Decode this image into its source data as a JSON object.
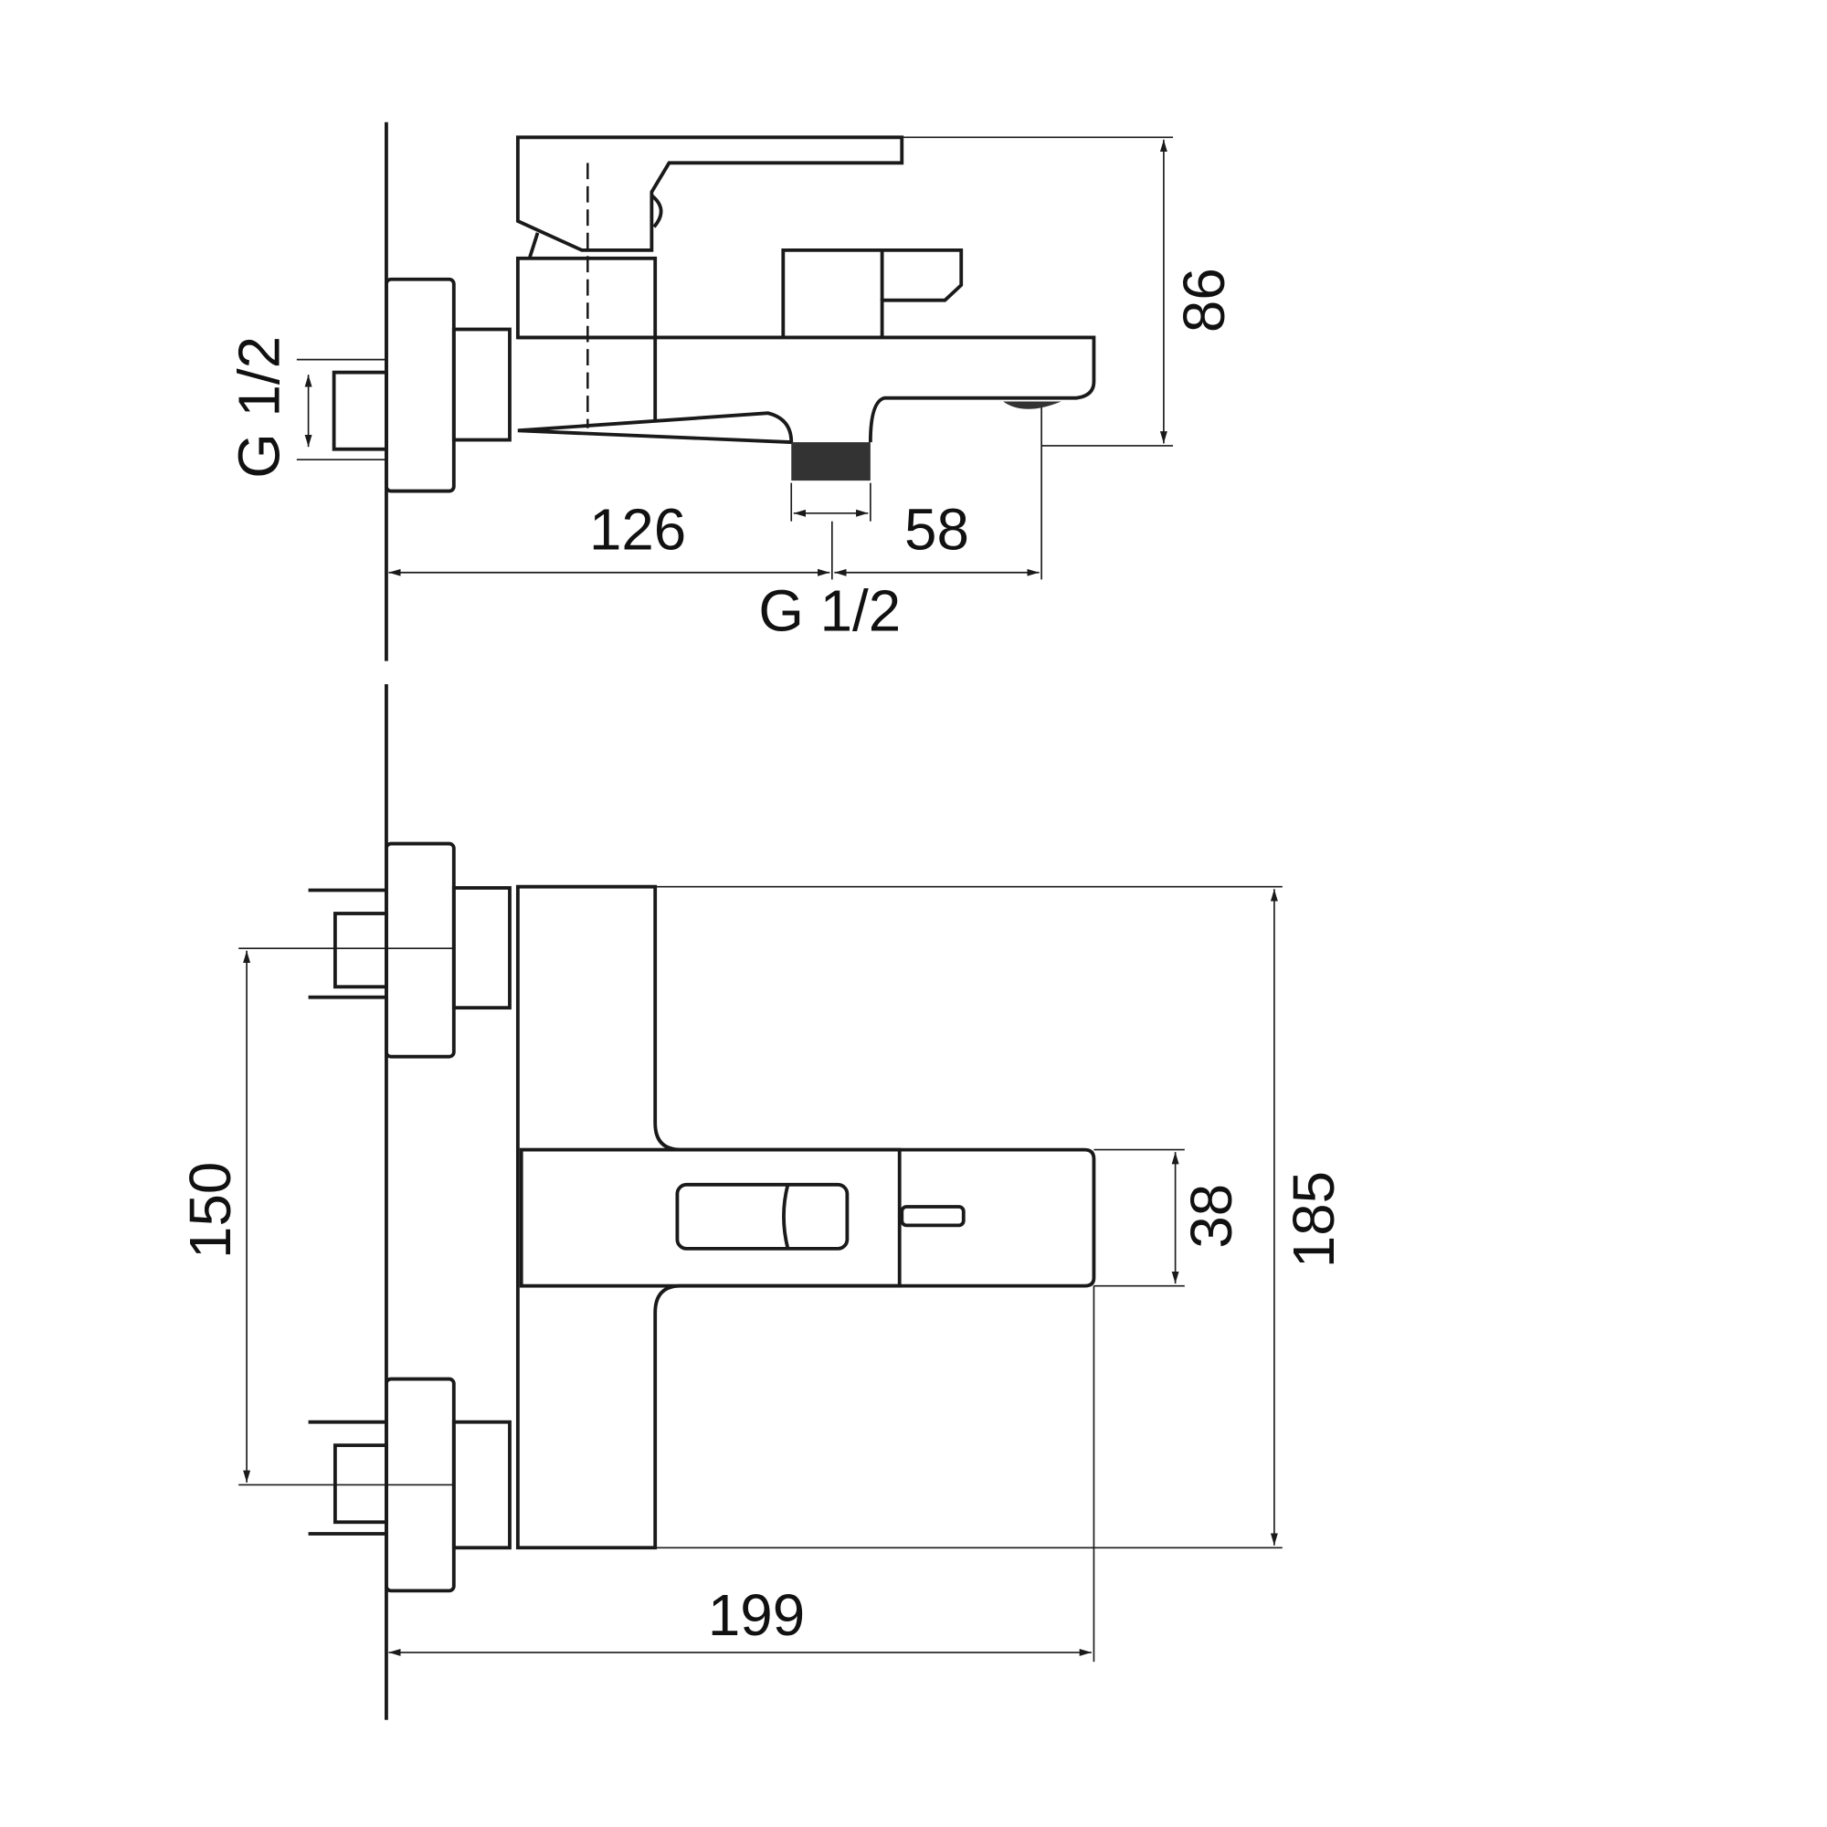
{
  "drawing": {
    "side_view": {
      "height_dim": "86",
      "inlet_thread_label": "G 1/2",
      "wall_to_outlet_dim": "126",
      "outlet_to_spout_dim": "58",
      "outlet_thread_label": "G 1/2"
    },
    "top_view": {
      "inlet_spacing_dim": "150",
      "spout_width_dim": "38",
      "body_height_dim": "185",
      "projection_dim": "199"
    },
    "colors": {
      "line": "#1a1a1a",
      "background": "#ffffff"
    }
  }
}
